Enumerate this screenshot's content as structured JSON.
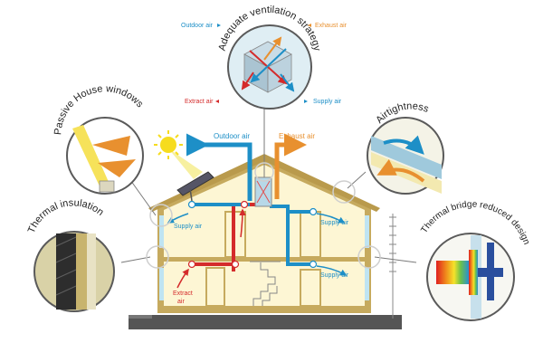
{
  "labels": {
    "ventilation_title": "Adequate ventilation strategy",
    "windows_title": "Passive House windows",
    "airtightness_title": "Airtightness",
    "insulation_title": "Thermal insulation",
    "thermal_bridge_title": "Thermal bridge reduced design",
    "vent_outdoor_air": "Outdoor air",
    "vent_exhaust_air": "Exhaust air",
    "vent_extract_air": "Extract air",
    "vent_supply_air": "Supply air",
    "roof_outdoor_air": "Outdoor air",
    "roof_exhaust_air": "Exhaust air",
    "supply_air_left": "Supply air",
    "supply_air_right": "Supply air",
    "supply_air_lower": "Supply air",
    "extract_air_line1": "Extract",
    "extract_air_line2": "air"
  },
  "colors": {
    "outdoor_air": "#1d8fc7",
    "exhaust_air": "#e8902f",
    "extract_air": "#d42b2b",
    "supply_air": "#1d8fc7",
    "house_fill": "#fdf6d4",
    "house_wall": "#c6aa5e",
    "ground": "#555555"
  }
}
